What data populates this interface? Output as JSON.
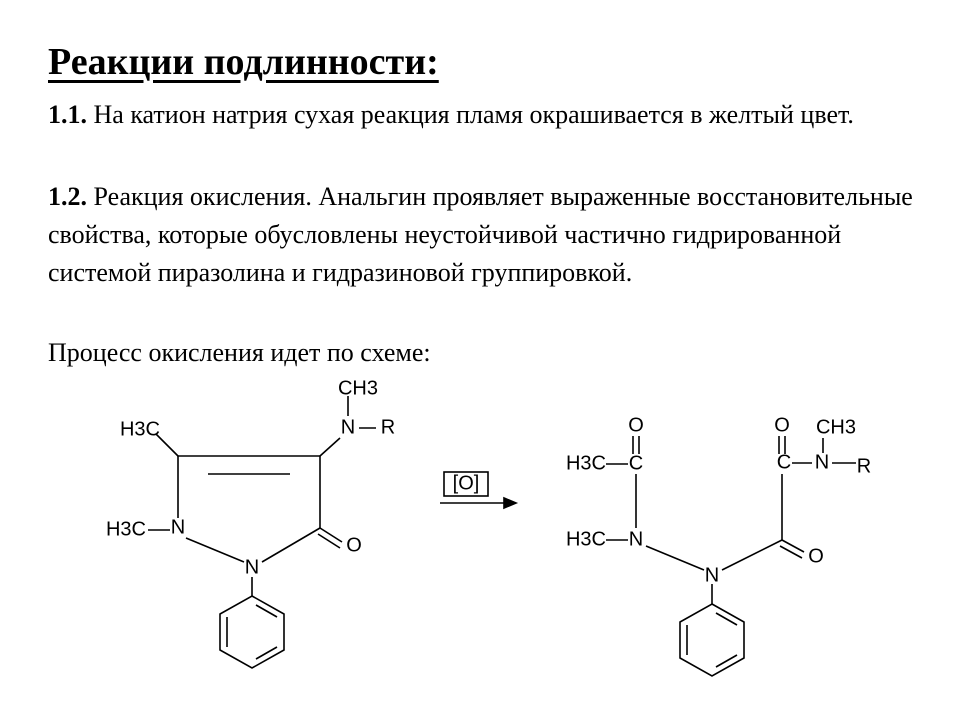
{
  "slide": {
    "title": "Реакции подлинности:",
    "paragraphs": [
      {
        "num": "1.1.",
        "text": " На катион натрия сухая реакция пламя окрашивается в желтый цвет."
      },
      {
        "num": "1.2.",
        "text": " Реакция окисления. Анальгин проявляет выраженные восстановительные свойства, которые обусловлены неустойчивой частично гидрированной системой пиразолина и гидразиновой группировкой."
      }
    ],
    "scheme_intro": "Процесс окисления идет по схеме:"
  },
  "scheme": {
    "reactant": {
      "ch3_top": "CH3",
      "n_amine": "N",
      "r": "R",
      "h3c_ring": "H3C",
      "h3c_n": "H3C",
      "n_ring": "N",
      "o_carbonyl": "O",
      "n_phenyl": "N"
    },
    "oxidant": "[O]",
    "product": {
      "o_left": "O",
      "h3c_acetyl": "H3C",
      "c_acetyl": "C",
      "h3c_n": "H3C",
      "n_left": "N",
      "n_center": "N",
      "o_right": "O",
      "c_amide": "C",
      "n_amide": "N",
      "ch3_amide": "CH3",
      "r": "R",
      "o_lower": "O"
    }
  }
}
